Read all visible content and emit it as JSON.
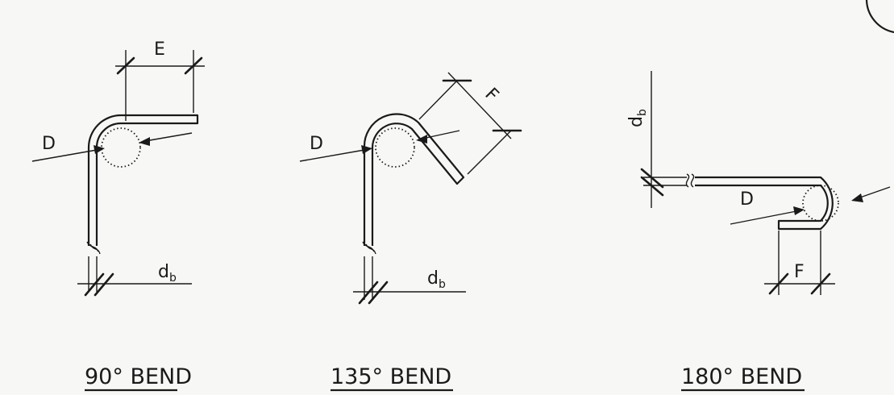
{
  "bends": [
    {
      "caption": "90° BEND",
      "diameter_label": "D",
      "extension_label": "E",
      "bar_label": "d",
      "bar_label_sub": "b"
    },
    {
      "caption": "135° BEND",
      "diameter_label": "D",
      "extension_label": "F",
      "bar_label": "d",
      "bar_label_sub": "b"
    },
    {
      "caption": "180° BEND",
      "diameter_label": "D",
      "extension_label": "F",
      "bar_label": "d",
      "bar_label_sub": "b"
    }
  ]
}
